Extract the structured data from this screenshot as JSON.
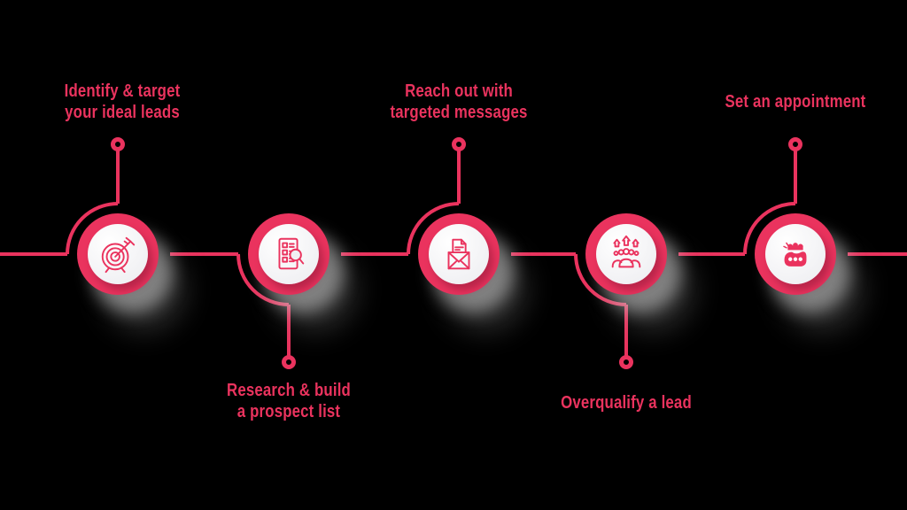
{
  "accent_color": "#EA335E",
  "background_color": "#000000",
  "diagram_type": "process-flow-timeline",
  "steps": [
    {
      "label": "Identify & target\nyour ideal leads",
      "icon": "target-arrow-icon",
      "label_position": "top"
    },
    {
      "label": "Research & build\na prospect list",
      "icon": "checklist-search-icon",
      "label_position": "bottom"
    },
    {
      "label": "Reach out with\ntargeted messages",
      "icon": "open-envelope-letter-icon",
      "label_position": "top"
    },
    {
      "label": "Overqualify a lead",
      "icon": "audience-growth-icon",
      "label_position": "bottom"
    },
    {
      "label": "Set an appointment",
      "icon": "calendar-appointment-icon",
      "label_position": "top"
    }
  ]
}
